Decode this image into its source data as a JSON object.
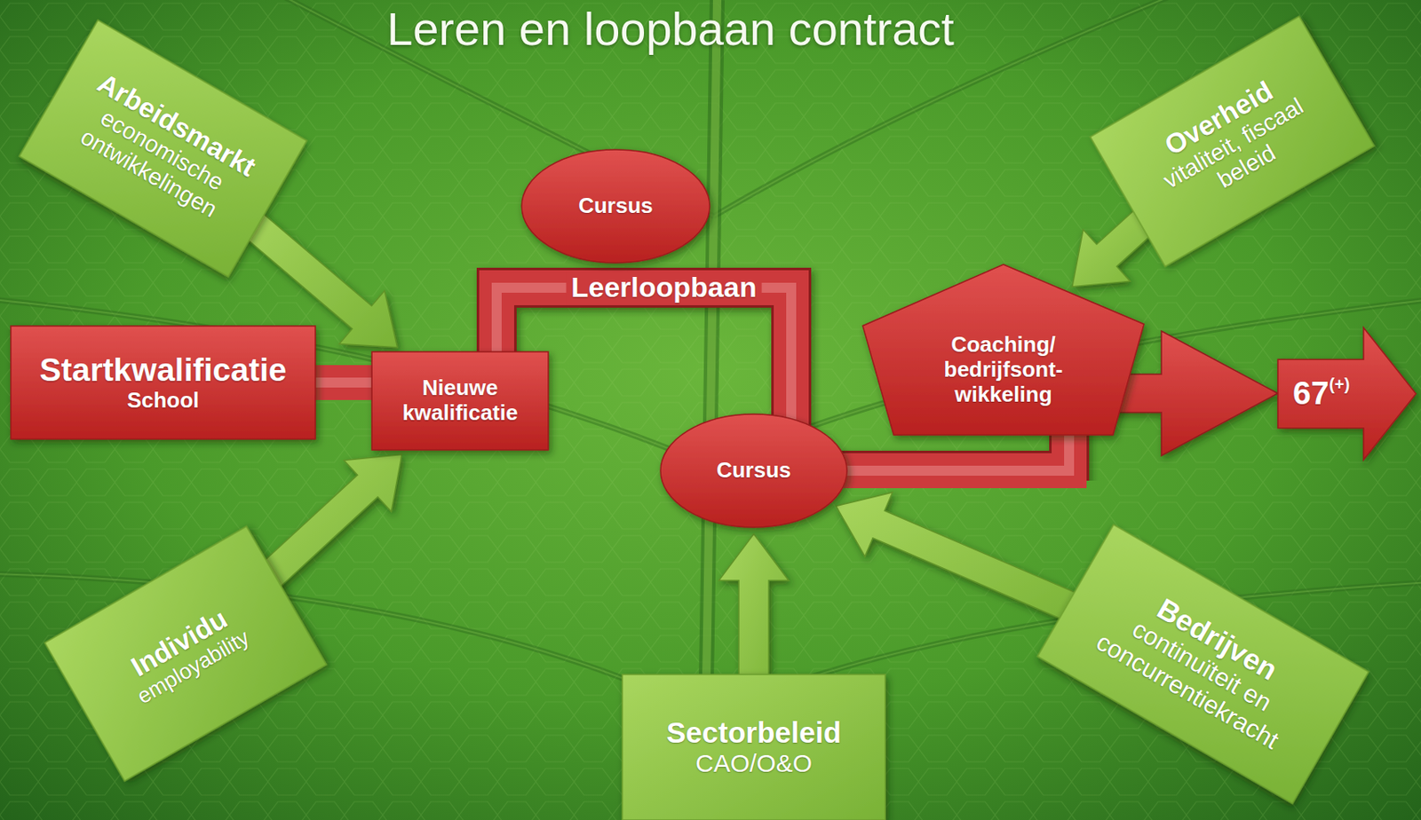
{
  "diagram": {
    "title": "Leren en loopbaan contract",
    "nodes": [
      {
        "text": [
          "Arbeidsmarkt",
          "economische ontwikkelingen"
        ]
      },
      {
        "text": [
          "Overheid",
          "vitaliteit, fiscaal beleid"
        ]
      },
      {
        "text": [
          "Cursus"
        ]
      },
      {
        "text": [
          "Startkwalificatie",
          "School"
        ]
      },
      {
        "text": [
          "Nieuwe kwalificatie"
        ]
      },
      {
        "text": [
          "Coaching/ bedrijfsont- wikkeling"
        ]
      },
      {
        "text": [
          "67",
          "(+)"
        ]
      },
      {
        "text": [
          "Cursus"
        ]
      },
      {
        "text": [
          "Individu",
          "employability"
        ]
      },
      {
        "text": [
          "Sectorbeleid",
          "CAO/O&O"
        ]
      },
      {
        "text": [
          "Bedrijven",
          "continuïteit en concurrentiekracht"
        ]
      }
    ],
    "edges": [
      {
        "from": 0,
        "to": 4,
        "arrow": "to"
      },
      {
        "from": 1,
        "to": 5,
        "arrow": "to"
      },
      {
        "from": 3,
        "to": 4,
        "arrow": "none"
      },
      {
        "from": 4,
        "to": 7,
        "label": "Leerloopbaan",
        "arrow": "none"
      },
      {
        "from": 7,
        "to": 5,
        "arrow": "none"
      },
      {
        "from": 5,
        "to": 6,
        "arrow": "to"
      },
      {
        "from": 8,
        "to": 4,
        "arrow": "to"
      },
      {
        "from": 9,
        "to": 7,
        "arrow": "to"
      },
      {
        "from": 10,
        "to": 7,
        "arrow": "to"
      }
    ]
  }
}
